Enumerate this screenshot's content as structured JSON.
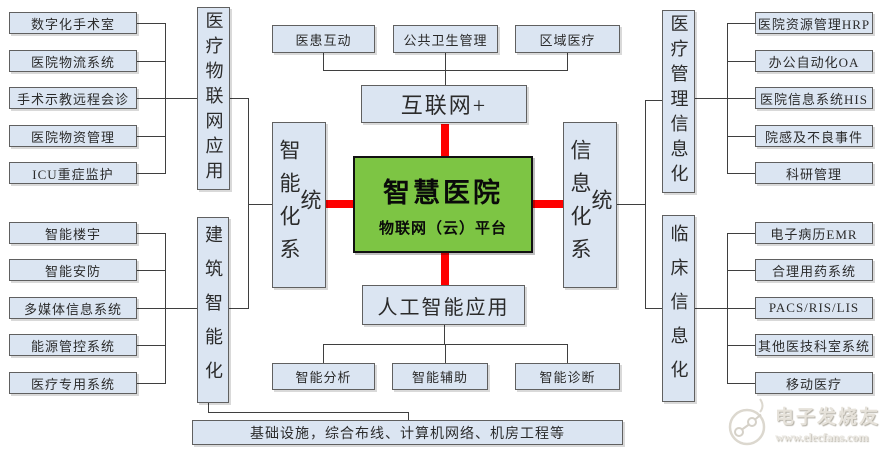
{
  "diagram": {
    "center": {
      "title": "智慧医院",
      "subtitle": "物联网（云）平台"
    },
    "internet_plus": "互联网+",
    "ai_application": "人工智能应用",
    "top_nodes": [
      "医患互动",
      "公共卫生管理",
      "区域医疗"
    ],
    "bottom_nodes": [
      "智能分析",
      "智能辅助",
      "智能诊断"
    ],
    "left_column": "智能化系统",
    "right_column": "信息化系统",
    "groups": {
      "iot": {
        "title": "医疗物联网应用",
        "items": [
          "数字化手术室",
          "医院物流系统",
          "手术示教远程会诊",
          "医院物资管理",
          "ICU重症监护"
        ]
      },
      "building": {
        "title": "建筑智能化",
        "items": [
          "智能楼宇",
          "智能安防",
          "多媒体信息系统",
          "能源管控系统",
          "医疗专用系统"
        ]
      },
      "management": {
        "title": "医疗管理信息化",
        "items": [
          "医院资源管理HRP",
          "办公自动化OA",
          "医院信息系统HIS",
          "院感及不良事件",
          "科研管理"
        ]
      },
      "clinical": {
        "title": "临床信息化",
        "items": [
          "电子病历EMR",
          "合理用药系统",
          "PACS/RIS/LIS",
          "其他医技科室系统",
          "移动医疗"
        ]
      }
    },
    "infrastructure": "基础设施，综合布线、计算机网络、机房工程等",
    "colors": {
      "center_green": "#7dc544",
      "cross_red": "#fe0000",
      "node_fill": "#dbe5f2",
      "node_border": "#606060",
      "connector": "#3f3f3f"
    }
  },
  "watermark": {
    "brand": "电子发烧友",
    "url": "www.elecfans.com"
  }
}
